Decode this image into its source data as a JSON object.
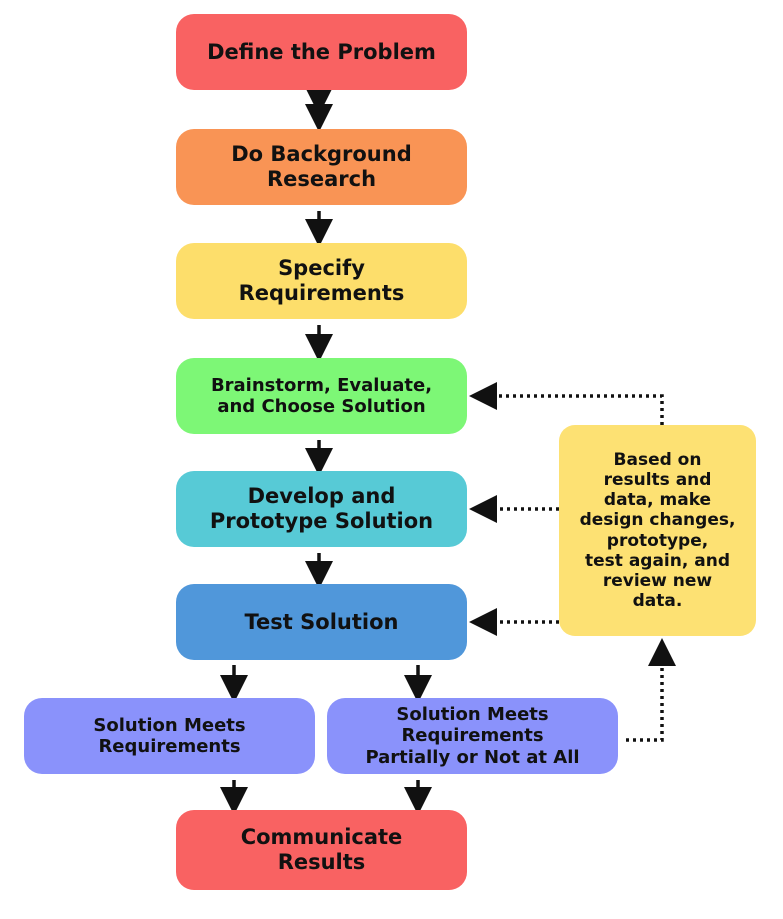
{
  "colors": {
    "define": "#f96262",
    "research": "#f99455",
    "specify": "#fdde6b",
    "brainstorm": "#7df776",
    "develop": "#57cad6",
    "test": "#5097da",
    "meets": "#8a92fb",
    "partial": "#8a92fb",
    "communicate": "#f96262",
    "note": "#fde173",
    "arrow": "#111111"
  },
  "steps": {
    "define": "Define the Problem",
    "research": "Do Background\nResearch",
    "specify": "Specify\nRequirements",
    "brainstorm": "Brainstorm, Evaluate,\nand Choose Solution",
    "develop": "Develop and\nPrototype Solution",
    "test": "Test Solution",
    "meets": "Solution Meets\nRequirements",
    "partial": "Solution Meets\nRequirements\nPartially or Not at All",
    "communicate": "Communicate\nResults"
  },
  "note": {
    "text": "Based on\nresults and\ndata, make\ndesign changes,\nprototype,\ntest again, and\nreview new\ndata."
  }
}
